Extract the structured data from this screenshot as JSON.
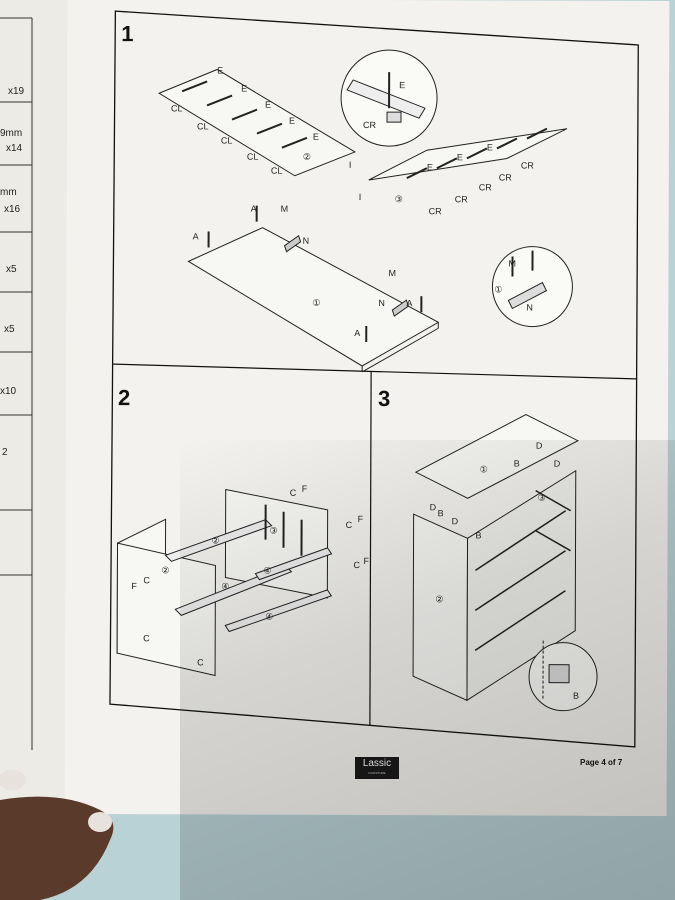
{
  "left_page": {
    "quantities": [
      "x19",
      "9mm",
      "x14",
      "mm",
      "x16",
      "x5",
      "x5",
      "x10",
      "2"
    ]
  },
  "steps": {
    "step1": {
      "number": "1",
      "part_labels": {
        "E": "E",
        "CL": "CL",
        "CR": "CR",
        "I": "I",
        "A": "A",
        "M": "M",
        "N": "N",
        "panel1": "①",
        "panel2": "②",
        "panel3": "③"
      }
    },
    "step2": {
      "number": "2",
      "part_labels": {
        "C": "C",
        "F": "F",
        "panel2": "②",
        "panel3": "③",
        "panel4": "④"
      }
    },
    "step3": {
      "number": "3",
      "part_labels": {
        "B": "B",
        "D": "D",
        "panel1": "①",
        "panel2": "②",
        "panel3": "③"
      }
    }
  },
  "footer": {
    "logo": "Lassic",
    "logo_sub": "FURNITURE",
    "page": "Page 4 of 7"
  },
  "colors": {
    "background": "#b9d2d6",
    "paper": "#f3f2ee",
    "ink": "#111111"
  }
}
